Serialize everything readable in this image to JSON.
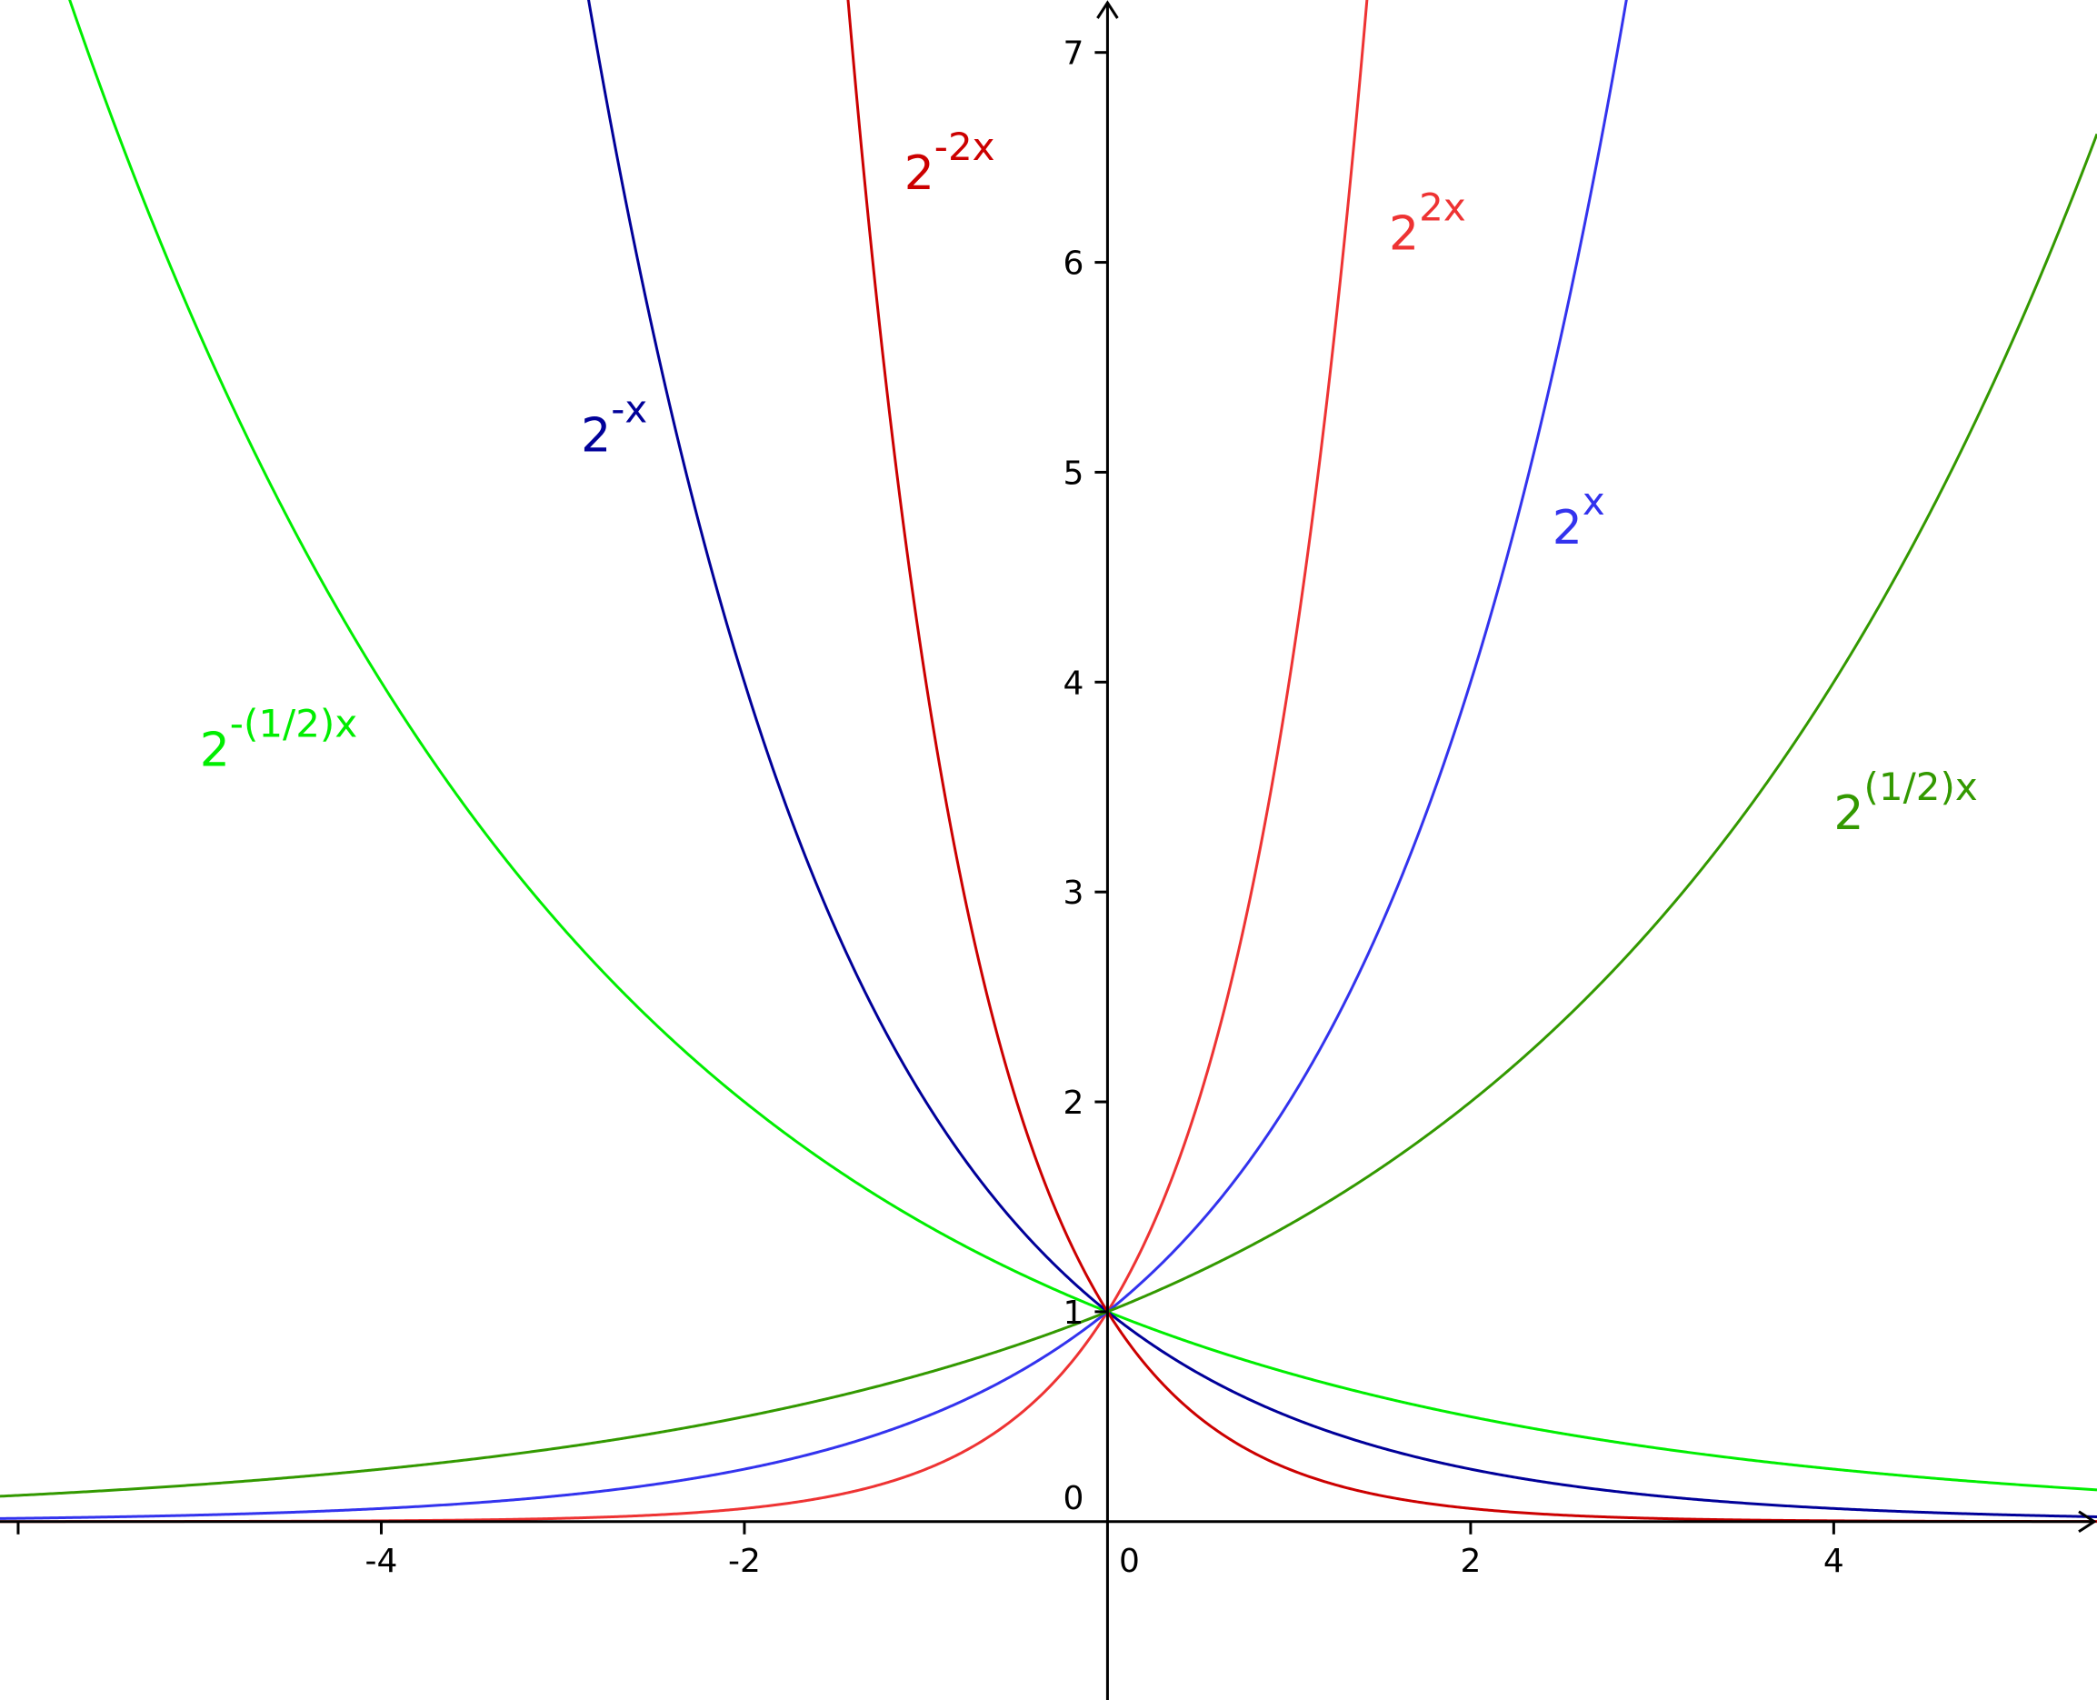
{
  "chart_data": {
    "type": "line",
    "title": "",
    "xlabel": "",
    "ylabel": "",
    "xlim": [
      -6.1,
      5.45
    ],
    "ylim": [
      -0.85,
      7.25
    ],
    "grid": false,
    "x_ticks": [
      {
        "value": -6,
        "label": ""
      },
      {
        "value": -4,
        "label": "-4"
      },
      {
        "value": -2,
        "label": "-2"
      },
      {
        "value": 0,
        "label": "0"
      },
      {
        "value": 2,
        "label": "2"
      },
      {
        "value": 4,
        "label": "4"
      }
    ],
    "y_ticks": [
      {
        "value": 0,
        "label": "0"
      },
      {
        "value": 1,
        "label": "1"
      },
      {
        "value": 2,
        "label": "2"
      },
      {
        "value": 3,
        "label": "3"
      },
      {
        "value": 4,
        "label": "4"
      },
      {
        "value": 5,
        "label": "5"
      },
      {
        "value": 6,
        "label": "6"
      },
      {
        "value": 7,
        "label": "7"
      }
    ],
    "series": [
      {
        "id": "neg-half",
        "base_text": "2",
        "exp_text": "-(1/2)x",
        "base": 2,
        "k": -0.5,
        "color": "#00ee00",
        "label_x": -5.0,
        "label_y": 3.6
      },
      {
        "id": "neg-one",
        "base_text": "2",
        "exp_text": "-x",
        "base": 2,
        "k": -1,
        "color": "#000099",
        "label_x": -2.9,
        "label_y": 5.1
      },
      {
        "id": "neg-two",
        "base_text": "2",
        "exp_text": "-2x",
        "base": 2,
        "k": -2,
        "color": "#cc0000",
        "label_x": -1.12,
        "label_y": 6.35
      },
      {
        "id": "pos-two",
        "base_text": "2",
        "exp_text": "2x",
        "base": 2,
        "k": 2,
        "color": "#ee3333",
        "label_x": 1.55,
        "label_y": 6.06
      },
      {
        "id": "pos-one",
        "base_text": "2",
        "exp_text": "x",
        "base": 2,
        "k": 1,
        "color": "#3333ee",
        "label_x": 2.45,
        "label_y": 4.66
      },
      {
        "id": "pos-half",
        "base_text": "2",
        "exp_text": "(1/2)x",
        "base": 2,
        "k": 0.5,
        "color": "#339900",
        "label_x": 4.0,
        "label_y": 3.3
      }
    ]
  }
}
